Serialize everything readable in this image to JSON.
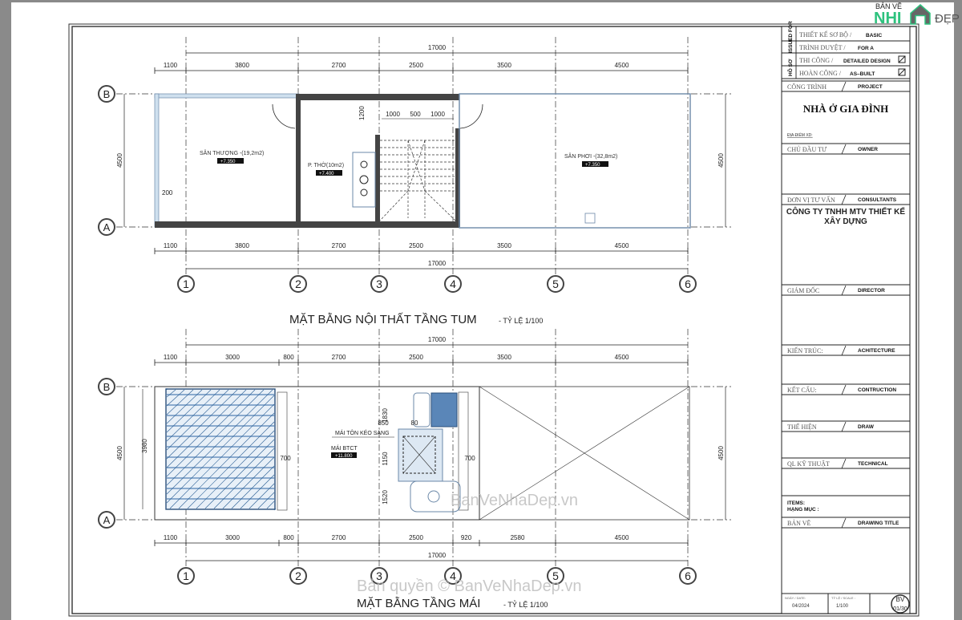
{
  "plans": [
    {
      "title": "MẶT BẰNG NỘI THẤT TẦNG TUM",
      "scale": "- TỶ LỆ 1/100",
      "total_dim": "17000",
      "top_dims": [
        "1100",
        "3800",
        "2700",
        "2500",
        "3500",
        "4500"
      ],
      "bottom_dims": [
        "1100",
        "3800",
        "2700",
        "2500",
        "3500",
        "4500"
      ],
      "side_dim": "4500",
      "rooms": [
        {
          "name": "SÂN THƯỢNG -(19,2m2)",
          "level": "+7.350"
        },
        {
          "name": "P. THỜ(10m2)",
          "level": "+7.400"
        },
        {
          "name": "SÂN PHƠI -(32,8m2)",
          "level": "+7.350"
        }
      ],
      "stair_dims": [
        "1000",
        "500",
        "1000"
      ],
      "door_dim": "1200",
      "small_dim": "200"
    },
    {
      "title": "MẶT BẰNG TẦNG MÁI",
      "scale": "- TỶ LỆ 1/100",
      "total_dim": "17000",
      "top_dims": [
        "1100",
        "3000",
        "800",
        "2700",
        "2500",
        "3500",
        "4500"
      ],
      "bottom_dims": [
        "1100",
        "3000",
        "800",
        "2700",
        "2500",
        "920",
        "2580",
        "4500"
      ],
      "side_dim": "4500",
      "inner_side_dim": "3980",
      "labels": {
        "roof_sheet": "MÁI TÔN KÉO SÁNG",
        "roof_slab": "MÁI BTCT",
        "level": "+11.800"
      },
      "misc_dims": [
        "850",
        "80",
        "1830",
        "1150",
        "1520",
        "700",
        "700"
      ]
    }
  ],
  "axes": {
    "columns": [
      "1",
      "2",
      "3",
      "4",
      "5",
      "6"
    ],
    "rows": [
      "B",
      "A"
    ]
  },
  "title_block": {
    "issued_for": "ISSUED FOR",
    "ho_so": "HỒ SƠ",
    "issue_rows": [
      {
        "vn": "THIẾT KẾ SƠ BỘ /",
        "en": "BASIC"
      },
      {
        "vn": "TRÌNH DUYỆT /",
        "en": "FOR A"
      },
      {
        "vn": "THI CÔNG /",
        "en": "DETAILED DESIGN"
      },
      {
        "vn": "HOÀN CÔNG /",
        "en": "AS–BUILT"
      }
    ],
    "project_label": "CÔNG TRÌNH",
    "project_en": "PROJECT",
    "project_name": "NHÀ Ở GIA ĐÌNH",
    "location_label": "ĐỊA ĐIỂM XD:",
    "owner_label": "CHỦ ĐẦU TƯ",
    "owner_en": "OWNER",
    "consultant_label": "ĐƠN VỊ TƯ VẤN",
    "consultant_en": "CONSULTANTS",
    "consultant_name_1": "CÔNG TY TNHH MTV THIẾT KẾ",
    "consultant_name_2": "XÂY DỰNG",
    "roles": [
      {
        "vn": "GIÁM ĐỐC",
        "en": "DIRECTOR"
      },
      {
        "vn": "KIẾN TRÚC:",
        "en": "ACHITECTURE"
      },
      {
        "vn": "KẾT CẤU:",
        "en": "CONTRUCTION"
      },
      {
        "vn": "THỂ HIỆN",
        "en": "DRAW"
      },
      {
        "vn": "QL KỸ THUẬT",
        "en": "TECHNICAL"
      }
    ],
    "items_en": "ITEMS:",
    "items_vn": "HẠNG MỤC :",
    "drawing_label": "BẢN VẼ",
    "drawing_en": "DRAWING TITLE",
    "date_label": "NGÀY / DATE:",
    "date": "04/2024",
    "scale_label": "TỶ LỆ / SCALE :",
    "scale": "1/100",
    "sheet_code": "BV",
    "sheet_no": "01/30"
  },
  "logo": {
    "top": "BẢN VẼ",
    "nhi": "NHI",
    "dep": "ĐẸP"
  },
  "watermarks": [
    "BanVeNhaDep.vn",
    "Bản quyền © BanVeNhaDep.vn"
  ]
}
